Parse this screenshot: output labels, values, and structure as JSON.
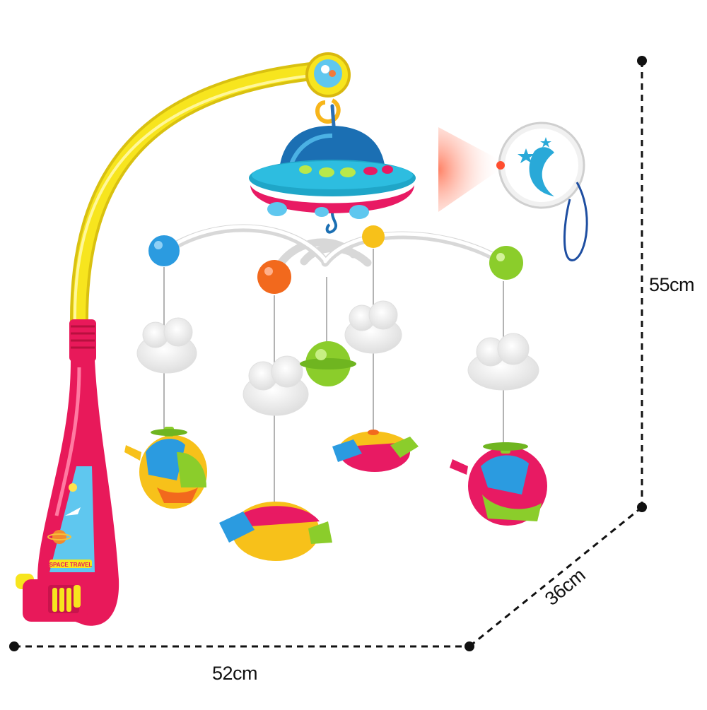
{
  "product": {
    "name_badge": "SPACE TRAVEL",
    "colors": {
      "arm_yellow": "#f7e51e",
      "base_pink": "#e8195a",
      "ufo_blue": "#1fa6c8",
      "ufo_dark_blue": "#1b6fb3",
      "ufo_pink": "#e81a63",
      "bead_blue": "#2b9be0",
      "bead_orange": "#f2691d",
      "bead_yellow": "#f7c11a",
      "bead_green": "#8bcd2b",
      "cloud_white": "#f4f4f4"
    },
    "hanging_toys": [
      "helicopter",
      "airplane",
      "planet",
      "airplane",
      "helicopter"
    ],
    "remote": {
      "icon": "moon-power-icon"
    }
  },
  "dimensions": {
    "width": "52cm",
    "height": "55cm",
    "depth": "36cm"
  }
}
